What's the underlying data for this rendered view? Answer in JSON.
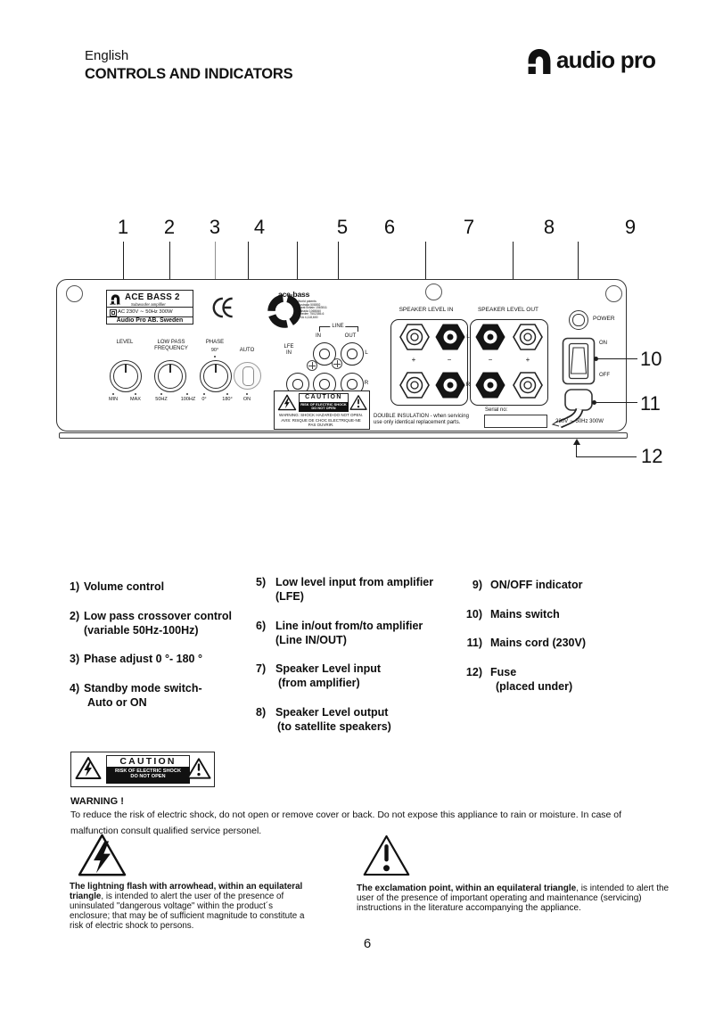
{
  "header": {
    "language": "English",
    "title": "CONTROLS AND INDICATORS",
    "brand": "audio pro"
  },
  "callouts": [
    "1",
    "2",
    "3",
    "4",
    "5",
    "6",
    "7",
    "8",
    "9",
    "10",
    "11",
    "12"
  ],
  "panel": {
    "badge": {
      "brand": "audio pro",
      "model": "ACE BASS 2",
      "subtitle": "Subwoofer amplifier",
      "rating": "AC 230V ∼ 50Hz 300W",
      "company": "Audio Pro AB. Sweden"
    },
    "acebass": {
      "name": "ace-bass",
      "patents": [
        "World patents",
        "Australia 508592",
        "Great Britain 1563511",
        "Canada 1065060",
        "Sweden 7502355-6",
        "USA 4,118,600"
      ]
    },
    "level": {
      "label": "LEVEL",
      "min": "MIN",
      "max": "MAX"
    },
    "lowpass": {
      "label1": "LOW PASS",
      "label2": "FREQUENCY",
      "min": "50HZ",
      "max": "100HZ"
    },
    "phase": {
      "label": "PHASE",
      "mid": "90°",
      "min": "0°",
      "max": "180°"
    },
    "standby": {
      "label": "AUTO",
      "on": "ON"
    },
    "line": {
      "group": "LINE",
      "in": "IN",
      "out": "OUT",
      "lfe_1": "LFE",
      "lfe_2": "IN",
      "left": "L",
      "right": "R"
    },
    "caution": {
      "title": "CAUTION",
      "risk1": "RISK OF ELECTRIC SHOCK",
      "risk2": "DO NOT OPEN",
      "warn1": "WARNING: SHOCK HAZARD-DO NOT OPEN.",
      "warn2": "AVIS: RISQUE DE CHOC ELECTRIQUE-NE",
      "warn3": "PAS OUVRIR."
    },
    "speakers": {
      "in_title": "SPEAKER LEVEL IN",
      "out_title": "SPEAKER LEVEL OUT",
      "plus": "+",
      "minus": "−",
      "left": "L",
      "right": "R"
    },
    "double_insulation": [
      "DOUBLE INSULATION - when servicing",
      "use only identical replacement parts."
    ],
    "serial_label": "Serial no:",
    "power": "POWER",
    "on": "ON",
    "off": "OFF",
    "mains_rating": "230V ∼ 50Hz 300W"
  },
  "list": {
    "col1": [
      {
        "num": "1)",
        "lines": [
          "Volume control",
          ""
        ]
      },
      {
        "num": "2)",
        "lines": [
          "Low pass crossover control",
          "(variable 50Hz-100Hz)"
        ]
      },
      {
        "num": "3)",
        "lines": [
          "Phase adjust 0 °- 180 °",
          ""
        ]
      },
      {
        "num": "4)",
        "lines": [
          "Standby mode switch-",
          "Auto or ON"
        ]
      }
    ],
    "col2": [
      {
        "num": "5)",
        "lines": [
          "Low level input from amplifier",
          "(LFE)"
        ]
      },
      {
        "num": "6)",
        "lines": [
          "Line in/out from/to amplifier",
          "(Line IN/OUT)"
        ]
      },
      {
        "num": "7)",
        "lines": [
          "Speaker Level input",
          "(from amplifier)"
        ]
      },
      {
        "num": "8)",
        "lines": [
          "Speaker Level output",
          "(to satellite speakers)"
        ]
      }
    ],
    "col3": [
      {
        "num": "9)",
        "lines": [
          "ON/OFF indicator",
          ""
        ]
      },
      {
        "num": "10)",
        "lines": [
          "Mains switch",
          ""
        ]
      },
      {
        "num": "11)",
        "lines": [
          "Mains cord (230V)",
          ""
        ]
      },
      {
        "num": "12)",
        "lines": [
          "Fuse",
          "(placed under)"
        ]
      }
    ]
  },
  "caution_box": {
    "title": "CAUTION",
    "risk1": "RISK OF ELECTRIC SHOCK",
    "risk2": "DO NOT OPEN"
  },
  "warning": {
    "title": "WARNING !",
    "body": "To reduce the risk of electric shock, do not open or remove cover or back. Do not expose this appliance to rain or moisture. In case of malfunction consult qualified service personel."
  },
  "notes": {
    "lightning_bold": "The lightning flash with arrowhead, within an equilateral triangle",
    "lightning_rest": ", is intended to alert the user of the presence of uninsulated \"dangerous voltage\" within the product´s enclosure; that may be of sufficient magnitude to constitute a risk of electric shock to persons.",
    "exclamation_bold": "The exclamation point, within an equilateral triangle",
    "exclamation_rest": ", is intended to alert the user of the presence of  important operating and maintenance (servicing) instructions in the literature accompanying the appliance."
  },
  "page_number": "6",
  "colors": {
    "ink": "#111111",
    "panel_border": "#333333"
  }
}
